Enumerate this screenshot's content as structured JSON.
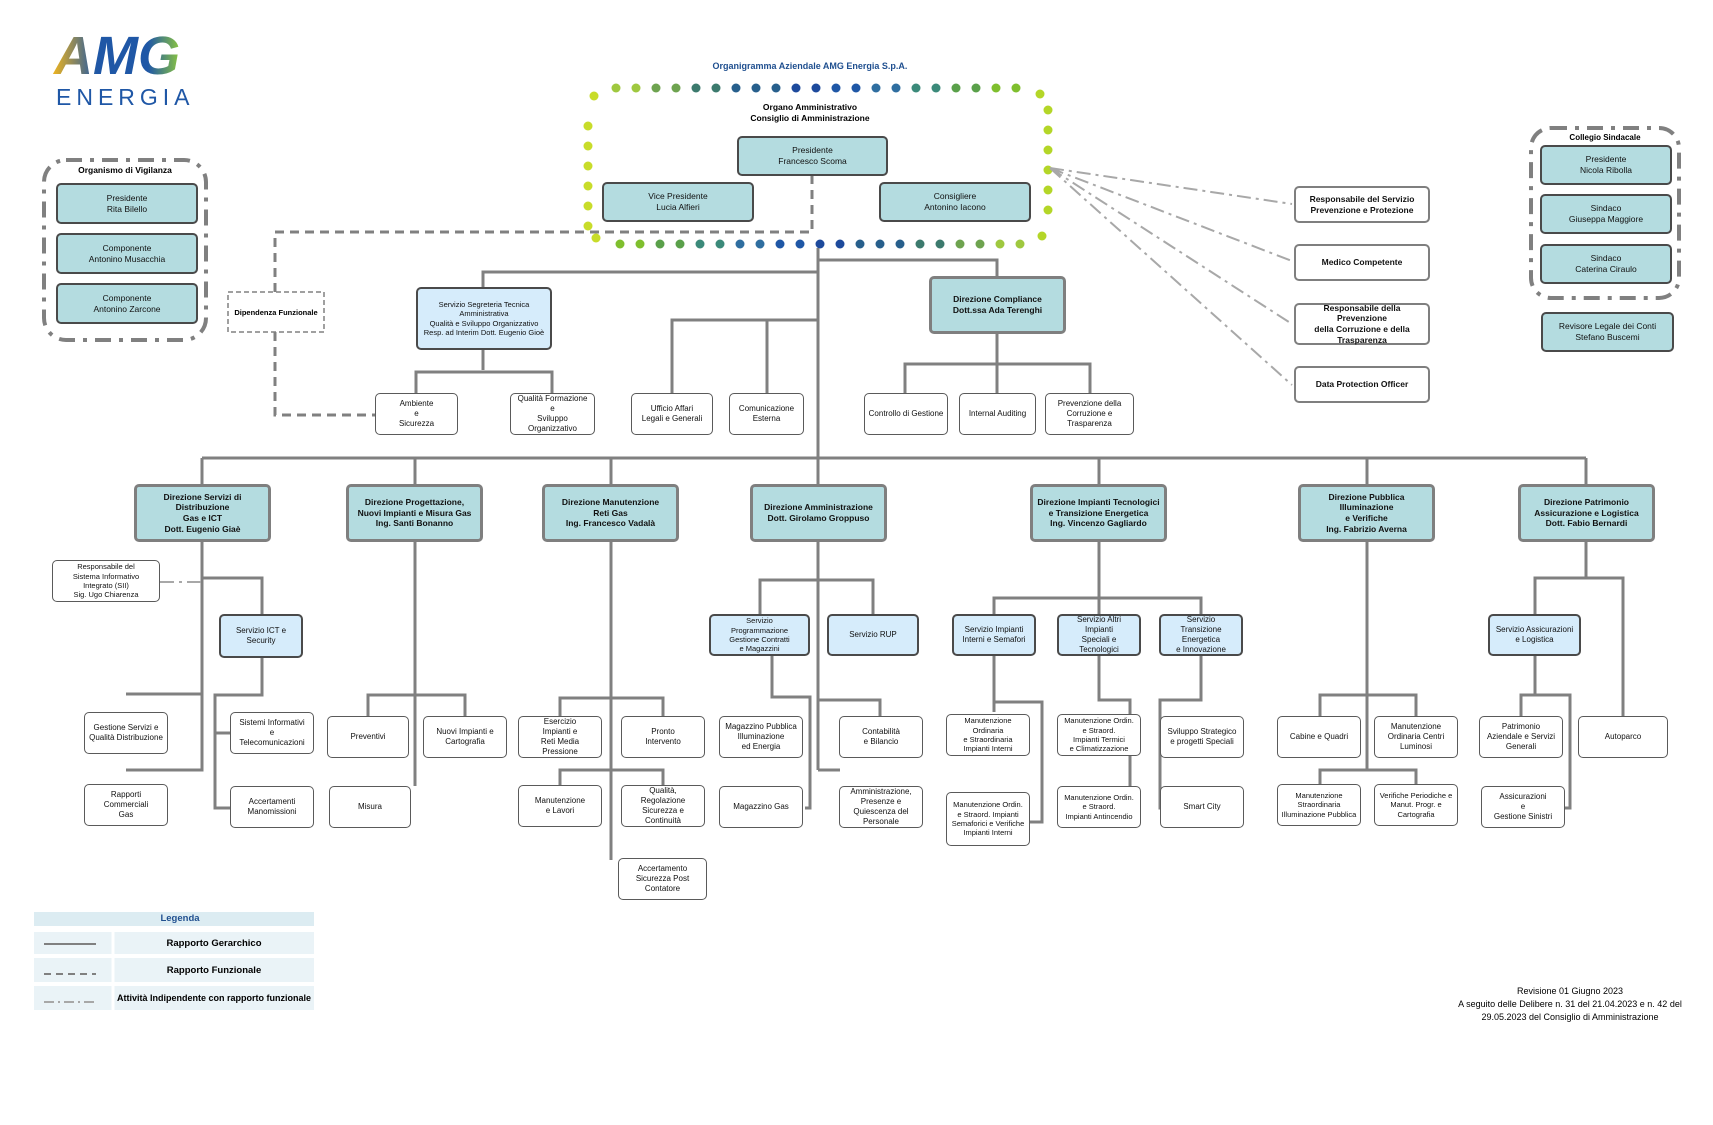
{
  "logo": {
    "brand": "AMG",
    "subtitle": "ENERGIA"
  },
  "header": {
    "title": "Organigramma Aziendale AMG Energia S.p.A.",
    "organo": "Organo Amministrativo\nConsiglio di Amministrazione"
  },
  "board": {
    "presidente": "Presidente\nFrancesco Scoma",
    "vice": "Vice Presidente\nLucia Alfieri",
    "consigliere": "Consigliere\nAntonino Iacono"
  },
  "vigilanza": {
    "title": "Organismo di Vigilanza",
    "members": [
      "Presidente\nRita Bilello",
      "Componente\nAntonino Musacchia",
      "Componente\nAntonino Zarcone"
    ]
  },
  "sindacale": {
    "title": "Collegio Sindacale",
    "members": [
      "Presidente\nNicola Ribolla",
      "Sindaco\nGiuseppa Maggiore",
      "Sindaco\nCaterina Ciraulo"
    ],
    "revisore": "Revisore Legale dei Conti\nStefano Buscemi"
  },
  "dipendenza": "Dipendenza Funzionale",
  "staff": {
    "rspp": "Responsabile del Servizio\nPrevenzione e Protezione",
    "medico": "Medico Competente",
    "rpct": "Responsabile della Prevenzione\ndella Corruzione e della\nTrasparenza",
    "dpo": "Data Protection Officer"
  },
  "segreteria": {
    "name": "Servizio Segreteria Tecnica\nAmministrativa\nQualità e Sviluppo Organizzativo\nResp. ad Interim Dott. Eugenio Gioè",
    "ambiente": "Ambiente\ne\nSicurezza",
    "qualita": "Qualità Formazione\ne\nSviluppo Organizzativo"
  },
  "ufficio_affari": "Ufficio Affari\nLegali e Generali",
  "comunicazione": "Comunicazione\nEsterna",
  "compliance": {
    "name": "Direzione Compliance\nDott.ssa Ada Terenghi",
    "controllo": "Controllo di Gestione",
    "audit": "Internal Auditing",
    "prevenzione": "Prevenzione della\nCorruzione e\nTrasparenza"
  },
  "direzioni": {
    "distribuzione": "Direzione Servizi di Distribuzione\nGas e ICT\nDott. Eugenio Giaè",
    "progettazione": "Direzione Progettazione,\nNuovi Impianti e Misura Gas\nIng. Santi Bonanno",
    "manutenzione": "Direzione Manutenzione\nReti Gas\nIng. Francesco Vadalà",
    "amministrazione": "Direzione Amministrazione\nDott. Girolamo Groppuso",
    "impianti": "Direzione Impianti Tecnologici\ne Transizione Energetica\nIng. Vincenzo Gagliardo",
    "illuminazione": "Direzione Pubblica Illuminazione\ne Verifiche\nIng. Fabrizio Averna",
    "patrimonio": "Direzione Patrimonio\nAssicurazione e Logistica\nDott. Fabio Bernardi"
  },
  "d1": {
    "sii": "Responsabile del\nSistema Informativo\nIntegrato (SII)\nSig. Ugo Chiarenza",
    "ict": "Servizio ICT e Security",
    "gestione": "Gestione Servizi e\nQualità Distribuzione",
    "rapporti": "Rapporti\nCommerciali\nGas",
    "sistemi": "Sistemi Informativi\ne\nTelecomunicazioni",
    "accertamenti": "Accertamenti\nManomissioni"
  },
  "d2": {
    "preventivi": "Preventivi",
    "nuovi": "Nuovi Impianti e\nCartografia",
    "misura": "Misura"
  },
  "d3": {
    "esercizio": "Esercizio\nImpianti e\nReti Media\nPressione",
    "pronto": "Pronto\nIntervento",
    "manut_lavori": "Manutenzione\ne Lavori",
    "qualita": "Qualità,\nRegolazione\nSicurezza e\nContinuità",
    "accertamento": "Accertamento\nSicurezza Post\nContatore"
  },
  "d4": {
    "programmazione": "Servizio\nProgrammazione\nGestione Contratti\ne Magazzini",
    "rup": "Servizio RUP",
    "magazzino_pi": "Magazzino Pubblica\nIlluminazione\ned Energia",
    "magazzino_gas": "Magazzino Gas",
    "contabilita": "Contabilità\ne Bilancio",
    "amministrazione_pers": "Amministrazione,\nPresenze e\nQuiescenza del\nPersonale"
  },
  "d5": {
    "impianti_interni": "Servizio Impianti\nInterni e Semafori",
    "altri_impianti": "Servizio Altri Impianti\nSpeciali e Tecnologici",
    "transizione": "Servizio\nTransizione Energetica\ne Innovazione",
    "manut_ord": "Manutenzione\nOrdinaria\ne Straordinaria\nImpianti Interni",
    "manut_semafori": "Manutenzione Ordin.\ne Straord. Impianti\nSemaforici e Verifiche\nImpianti Interni",
    "manut_termici": "Manutenzione Ordin.\ne Straord.\nImpianti Termici\ne Climatizzazione",
    "manut_antincendio": "Manutenzione Ordin.\ne Straord.\nImpianti Antincendio",
    "sviluppo": "Sviluppo Strategico\ne progetti Speciali",
    "smart": "Smart City"
  },
  "d6": {
    "cabine": "Cabine e Quadri",
    "centri": "Manutenzione\nOrdinaria Centri\nLuminosi",
    "straord": "Manutenzione\nStraordinaria\nIlluminazione Pubblica",
    "verifiche": "Verifiche Periodiche e\nManut. Progr. e\nCartografia"
  },
  "d7": {
    "assicurazioni_serv": "Servizio Assicurazioni\ne Logistica",
    "patrimonio": "Patrimonio\nAziendale e Servizi\nGenerali",
    "autoparco": "Autoparco",
    "assicurazioni": "Assicurazioni\ne\nGestione Sinistri"
  },
  "legend": {
    "title": "Legenda",
    "rows": [
      "Rapporto Gerarchico",
      "Rapporto Funzionale",
      "Attività Indipendente con rapporto funzionale"
    ]
  },
  "revision": "Revisione 01 Giugno 2023\nA seguito delle Delibere n. 31 del 21.04.2023 e n. 42 del\n29.05.2023 del Consiglio di Amministrazione",
  "colors": {
    "teal": "#b4dce0",
    "light_blue": "#d6ecfb",
    "line": "#808080",
    "brand_blue": "#1f57a6",
    "brand_green": "#8cc63f"
  }
}
